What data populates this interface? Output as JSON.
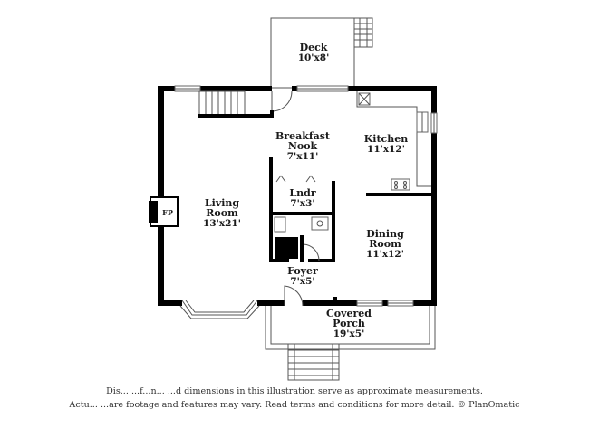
{
  "rooms": {
    "deck": {
      "name": "Deck",
      "dims": "10'x8'"
    },
    "breakfast": {
      "name_line1": "Breakfast",
      "name_line2": "Nook",
      "dims": "7'x11'"
    },
    "kitchen": {
      "name": "Kitchen",
      "dims": "11'x12'"
    },
    "living": {
      "name_line1": "Living",
      "name_line2": "Room",
      "dims": "13'x21'"
    },
    "laundry": {
      "name": "Lndr",
      "dims": "7'x3'"
    },
    "dining": {
      "name_line1": "Dining",
      "name_line2": "Room",
      "dims": "11'x12'"
    },
    "foyer": {
      "name": "Foyer",
      "dims": "7'x5'"
    },
    "porch": {
      "name_line1": "Covered",
      "name_line2": "Porch",
      "dims": "19'x5'"
    }
  },
  "fireplace": {
    "label": "FP"
  },
  "disclaimer": {
    "line1": "Dis... ...f...n... ...d dimensions in this illustration serve as approximate measurements.",
    "line2": "Actu... ...are footage and features may vary. Read terms and conditions for more detail. © PlanOmatic"
  }
}
